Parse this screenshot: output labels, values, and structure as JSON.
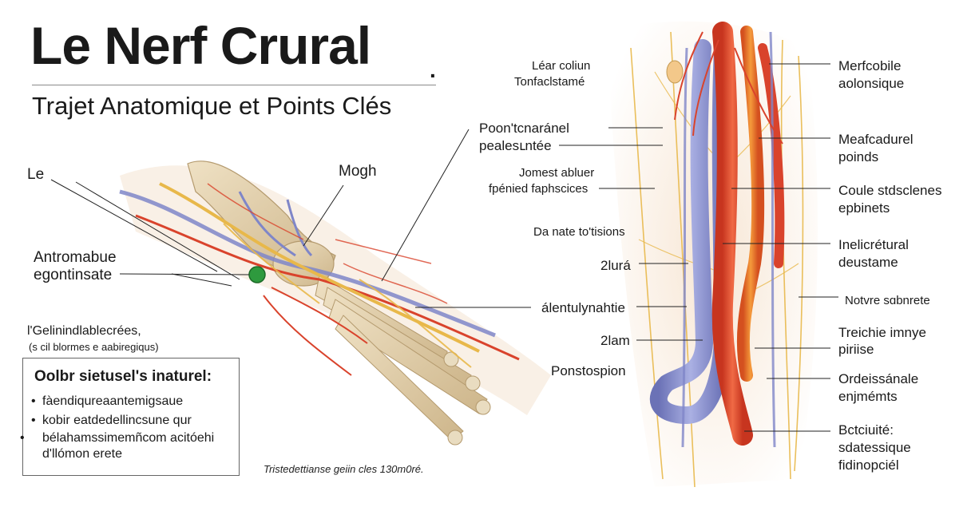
{
  "header": {
    "title": "Le Nerf Crural",
    "title_dot": ".",
    "subtitle": "Trajet Anatomique et Points Clés"
  },
  "left_labels": {
    "le": "Le",
    "mogh": "Mogh",
    "antromabue_line1": "Antromabue",
    "antromabue_line2": "egontinsate"
  },
  "notes": {
    "line1": "l'Gelinindlablecrées,",
    "line2": "(s cil blormes e aabiregiqus)"
  },
  "info_box": {
    "title": "Oolbr sietusel's inaturel:",
    "items": [
      "fàendiqureaantemigsaue",
      "kobir eatdedellincsune qur",
      "bélahamssimemñcom acitóehi d'llómon erete"
    ]
  },
  "caption": "Tristedettianse geiin cles 130m0ré.",
  "center_labels": {
    "lear_line1": "Léar coliun",
    "lear_line2": "Tonfaclstamé",
    "poont_line1": "Poon'tcnaránel",
    "poont_line2": "pealesւntée",
    "jomest_line1": "Jomest abluer",
    "jomest_line2": "fpénied faphscices",
    "da_nate": "Da nate to'tisions",
    "lura": "2lurá",
    "alentuly": "álentulynahtie",
    "lam": "2lam",
    "ponstospion": "Ponstospion"
  },
  "right_labels": {
    "merfcobile_line1": "Merfcobile",
    "merfcobile_line2": "aolonsique",
    "meafcadurel_line1": "Meafcadurel",
    "meafcadurel_line2": "poinds",
    "coule_line1": "Coule stdsclenes",
    "coule_line2": "epbinets",
    "inelicretural_line1": "Inelicrétural",
    "inelicretural_line2": "deustame",
    "notvre": "Notvre sɑbnrete",
    "treichie_line1": "Treichie imnye",
    "treichie_line2": "piriise",
    "ordeissanale_line1": "Ordeissánale",
    "ordeissanale_line2": "enjmémts",
    "bctcuite_line1": "Bctciuité:",
    "bctcuite_line2": "sdatessique",
    "bctcuite_line3": "fidinopciél"
  },
  "colors": {
    "nerve": "#e8b84a",
    "artery": "#d9432c",
    "vein": "#7f86c8",
    "bone": "#e6d3b0",
    "node": "#2e9a3e"
  }
}
